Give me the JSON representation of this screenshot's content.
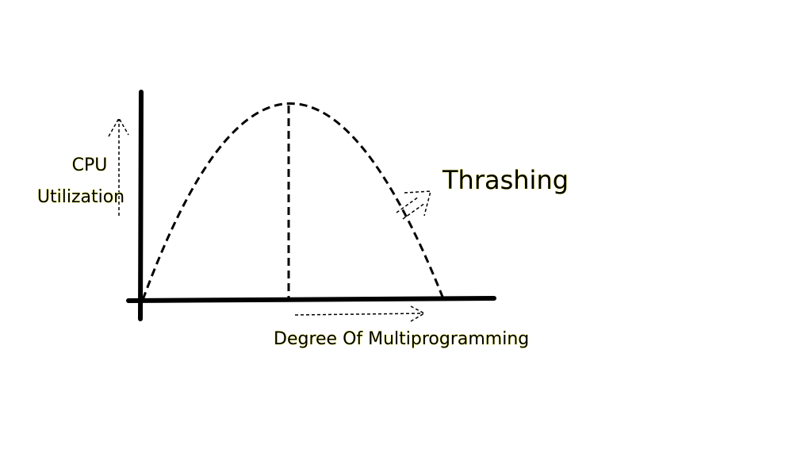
{
  "labels": {
    "y_axis_line1": "CPU",
    "y_axis_line2": "Utilization",
    "x_axis": "Degree Of Multiprogramming",
    "annotation": "Thrashing"
  },
  "icons": {
    "y_direction": "arrow-up-icon",
    "x_direction": "arrow-right-icon",
    "annotation_pointer": "double-arrow-up-right-icon"
  },
  "colors": {
    "stroke": "#000000",
    "label_highlight": "#ffff99",
    "background": "#ffffff"
  }
}
